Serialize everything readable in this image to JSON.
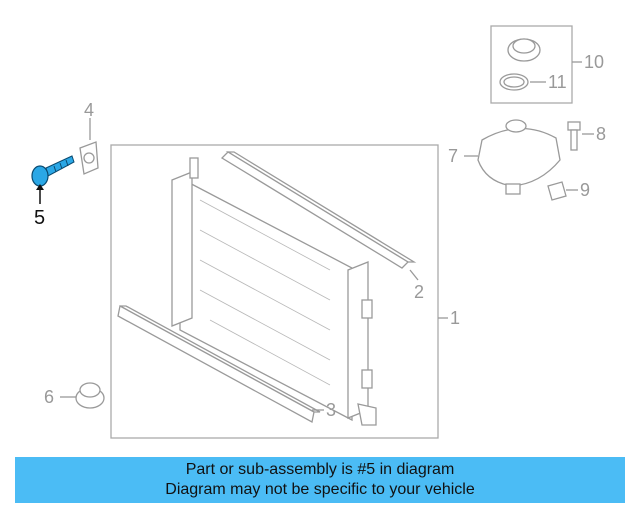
{
  "diagram": {
    "callouts": {
      "c1": "1",
      "c2": "2",
      "c3": "3",
      "c4": "4",
      "c5": "5",
      "c6": "6",
      "c7": "7",
      "c8": "8",
      "c9": "9",
      "c10": "10",
      "c11": "11"
    },
    "highlight_part": "5",
    "colors": {
      "highlight_bolt": "#2aa7e6",
      "line_art": "#9a9a9a",
      "banner": "#4bbcf5"
    }
  },
  "banner": {
    "line1": "Part or sub-assembly is #5 in diagram",
    "line2": "Diagram may not be specific to your vehicle"
  }
}
